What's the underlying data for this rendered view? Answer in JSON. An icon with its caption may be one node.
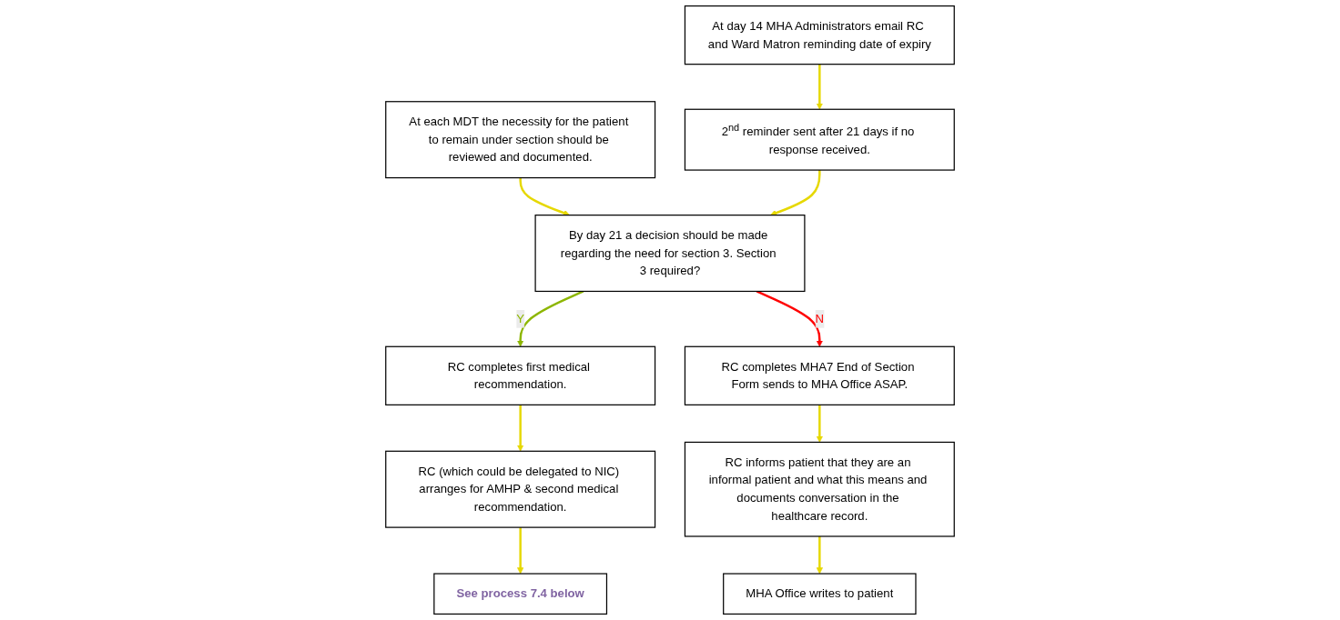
{
  "diagram": {
    "nodes": [
      {
        "text": [
          "At each MDT the necessity for the patient to remain under section should be reviewed and documented."
        ]
      },
      {
        "text": [
          "At day 14 MHA Administrators email RC and Ward Matron reminding date of expiry"
        ]
      },
      {
        "text": [
          "By day 21 a decision should be made regarding the need for section 3. Section 3 required?"
        ]
      },
      {
        "text": [
          "2$^{nd}$ reminder sent after 21 days if no response received."
        ]
      },
      {
        "text": [
          "RC completes first medical recommendation."
        ]
      },
      {
        "text": [
          "RC completes MHA7 End of Section Form sends to MHA Office ASAP."
        ]
      },
      {
        "text": [
          "RC (which could be delegated to NIC) arranges for AMHP & second medical recommendation."
        ]
      },
      {
        "text": [
          "RC informs patient that they are an informal patient and what this means and documents conversation in the healthcare record."
        ]
      },
      {
        "text": [
          "See process 7.4 below"
        ]
      },
      {
        "text": [
          "MHA Office writes to patient"
        ]
      }
    ],
    "edges": [
      {
        "from": 0,
        "to": 2,
        "arrow": "to"
      },
      {
        "from": 1,
        "to": 3,
        "arrow": "to"
      },
      {
        "from": 3,
        "to": 2,
        "arrow": "to"
      },
      {
        "from": 2,
        "to": 4,
        "arrow": "to",
        "label": "Y",
        "color": "#8db600"
      },
      {
        "from": 2,
        "to": 5,
        "arrow": "to",
        "label": "N",
        "color": "#ff0000"
      },
      {
        "from": 4,
        "to": 6,
        "arrow": "to"
      },
      {
        "from": 6,
        "to": 8,
        "arrow": "to"
      },
      {
        "from": 5,
        "to": 7,
        "arrow": "to"
      },
      {
        "from": 7,
        "to": 9,
        "arrow": "to"
      }
    ]
  }
}
